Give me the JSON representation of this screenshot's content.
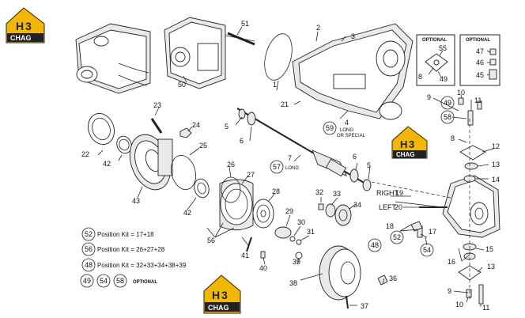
{
  "logo_text": {
    "brand": "CHAG"
  },
  "optional_boxes": [
    {
      "title": "OPTIONAL"
    },
    {
      "title": "OPTIONAL"
    }
  ],
  "labels": {
    "right": "RIGHT",
    "left": "LEFT"
  },
  "notes": {
    "long": "LONG",
    "or_special": "OR SPECIAL"
  },
  "callouts": {
    "c1": "1",
    "c2": "2",
    "c3": "3",
    "c4": "4",
    "c5": "5",
    "c6": "6",
    "c7": "7",
    "c8": "8",
    "c9": "9",
    "c10": "10",
    "c11": "11",
    "c12": "12",
    "c13": "13",
    "c14": "14",
    "c15": "15",
    "c16": "16",
    "c17": "17",
    "c18": "18",
    "c19": "19",
    "c20": "20",
    "c21": "21",
    "c22": "22",
    "c23": "23",
    "c24": "24",
    "c25": "25",
    "c26": "26",
    "c27": "27",
    "c28": "28",
    "c29": "29",
    "c30": "30",
    "c31": "31",
    "c32": "32",
    "c33": "33",
    "c34": "34",
    "c36": "36",
    "c37": "37",
    "c38": "38",
    "c39": "39",
    "c40": "40",
    "c41": "41",
    "c42": "42",
    "c43": "43",
    "c45": "45",
    "c46": "46",
    "c47": "47",
    "c48": "48",
    "c49": "49",
    "c50": "50",
    "c51": "51",
    "c52": "52",
    "c54": "54",
    "c55": "55",
    "c56": "56",
    "c57": "57",
    "c58": "58",
    "c59": "59"
  },
  "legend": {
    "kits": [
      {
        "ref": "52",
        "text": "Position Kit = 17+18"
      },
      {
        "ref": "56",
        "text": "Position Kit = 26+27+28"
      },
      {
        "ref": "48",
        "text": "Position Kit = 32+33+34+38+39"
      }
    ],
    "optional": {
      "refs": [
        "49",
        "54",
        "58"
      ],
      "label": "OPTIONAL"
    }
  },
  "colors": {
    "logo_yellow": "#f2b705",
    "logo_dark": "#222222",
    "line": "#222222"
  }
}
